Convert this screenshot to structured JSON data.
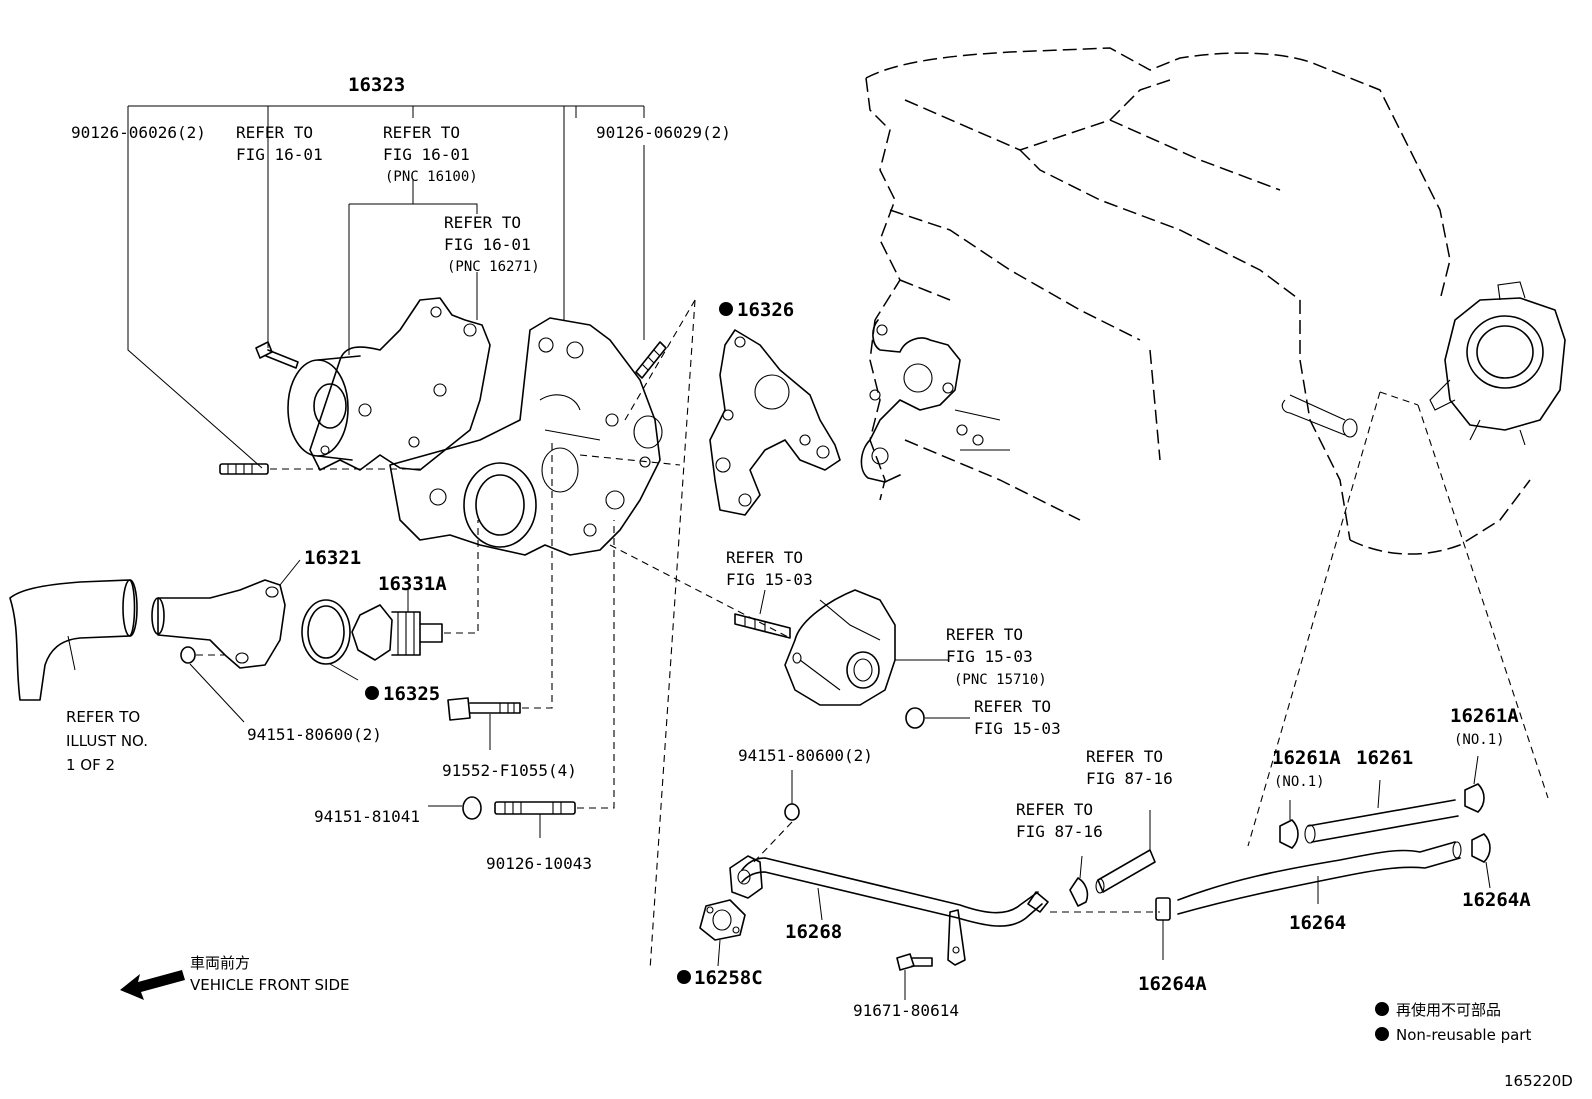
{
  "labels": {
    "p16323": "16323",
    "p90126_06026": "90126-06026(2)",
    "p90126_06029": "90126-06029(2)",
    "ref_a_1": "REFER TO",
    "ref_a_2": "FIG 16-01",
    "ref_b_1": "REFER TO",
    "ref_b_2": "FIG 16-01",
    "ref_b_3": "(PNC 16100)",
    "ref_c_1": "REFER TO",
    "ref_c_2": "FIG 16-01",
    "ref_c_3": "(PNC 16271)",
    "p16326": "16326",
    "p16321": "16321",
    "p16331A": "16331A",
    "p16325": "16325",
    "illust_1": "REFER TO",
    "illust_2": "ILLUST NO.",
    "illust_3": "1 OF 2",
    "p94151_80600_a": "94151-80600(2)",
    "p91552": "91552-F1055(4)",
    "p94151_81041": "94151-81041",
    "p90126_10043": "90126-10043",
    "ref_d_1": "REFER TO",
    "ref_d_2": "FIG 15-03",
    "ref_e_1": "REFER TO",
    "ref_e_2": "FIG 15-03",
    "ref_e_3": "(PNC 15710)",
    "ref_f_1": "REFER TO",
    "ref_f_2": "FIG 15-03",
    "p94151_80600_b": "94151-80600(2)",
    "ref_g_1": "REFER TO",
    "ref_g_2": "FIG 87-16",
    "ref_h_1": "REFER TO",
    "ref_h_2": "FIG 87-16",
    "p16268": "16268",
    "p16258C": "16258C",
    "p91671": "91671-80614",
    "p16264A_a": "16264A",
    "p16264": "16264",
    "p16261A_a": "16261A",
    "p16261A_a_no": "(NO.1)",
    "p16261": "16261",
    "p16261A_b": "16261A",
    "p16261A_b_no": "(NO.1)",
    "p16264A_b": "16264A",
    "front_jp": "車両前方",
    "front_en": "VEHICLE FRONT SIDE",
    "legend_jp": "再使用不可部品",
    "legend_en": "Non-reusable part",
    "fig_id": "165220D"
  }
}
